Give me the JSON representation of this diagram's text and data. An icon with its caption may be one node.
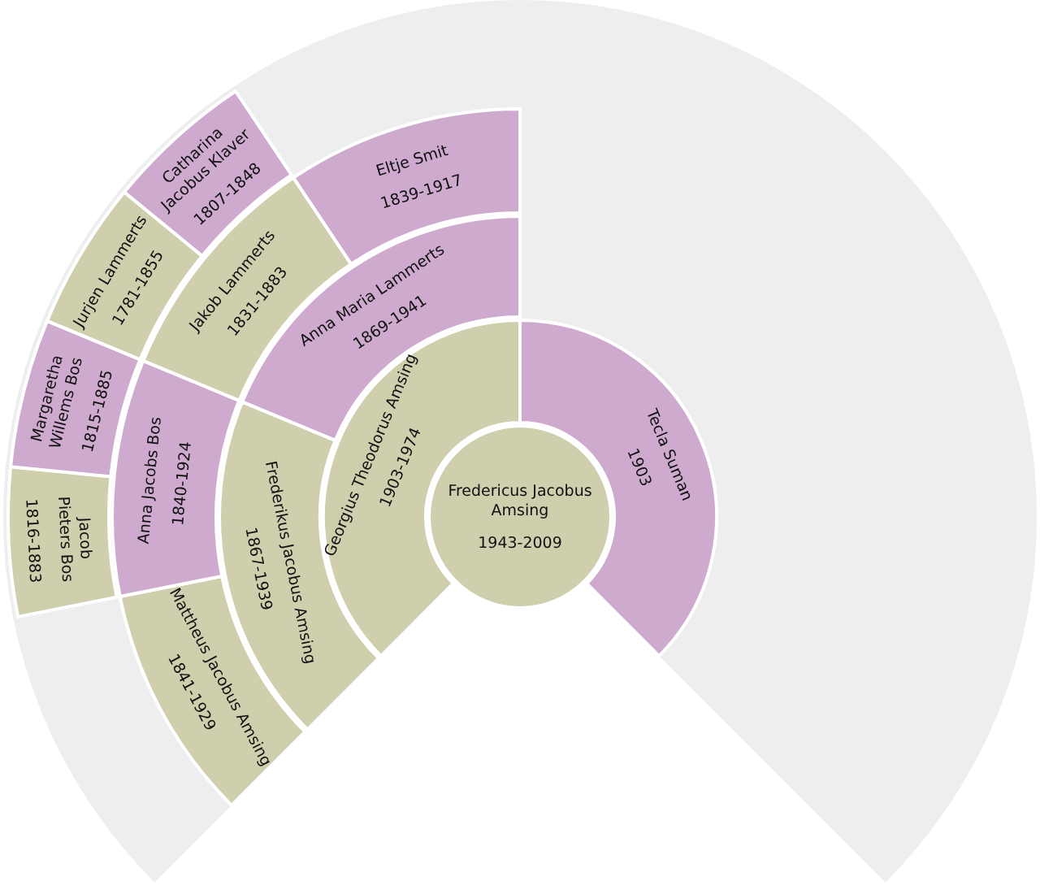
{
  "diagram": {
    "nodes": [
      {
        "text": [
          "Fredericus Jacobus Amsing",
          "1943-2009"
        ]
      },
      {
        "text": [
          "Georgius Theodorus Amsing",
          "1903-1974"
        ]
      },
      {
        "text": [
          "Tecla Suman",
          "1903"
        ]
      },
      {
        "text": [
          "Frederikus Jacobus Amsing",
          "1867-1939"
        ]
      },
      {
        "text": [
          "Anna Maria Lammerts",
          "1869-1941"
        ]
      },
      {
        "text": [
          "Mattheus Jacobus Amsing",
          "1841-1929"
        ]
      },
      {
        "text": [
          "Anna Jacobs Bos",
          "1840-1924"
        ]
      },
      {
        "text": [
          "Jakob Lammerts",
          "1831-1883"
        ]
      },
      {
        "text": [
          "Eltje Smit",
          "1839-1917"
        ]
      },
      {
        "text": [
          "Jacob Pieters Bos",
          "1816-1883"
        ]
      },
      {
        "text": [
          "Margaretha Willems Bos",
          "1815-1885"
        ]
      },
      {
        "text": [
          "Jurjen Lammerts",
          "1781-1855"
        ]
      },
      {
        "text": [
          "Catharina Jacobus Klaver",
          "1807-1848"
        ]
      }
    ]
  }
}
